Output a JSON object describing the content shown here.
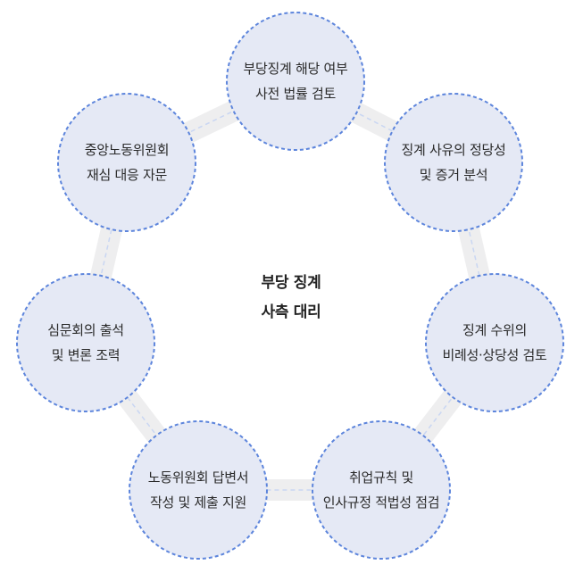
{
  "colors": {
    "ring_fill": "#eeeeef",
    "node_fill": "#e5e9f5",
    "node_border": "#5d85dc",
    "text": "#2a2a2a"
  },
  "center": {
    "lines": [
      "부당 징계",
      "사측 대리"
    ]
  },
  "nodes": [
    {
      "lines": [
        "부당징계 해당 여부",
        "사전 법률 검토"
      ]
    },
    {
      "lines": [
        "징계 사유의 정당성",
        "및 증거 분석"
      ]
    },
    {
      "lines": [
        "징계 수위의",
        "비례성·상당성 검토"
      ]
    },
    {
      "lines": [
        "취업규칙 및",
        "인사규정 적법성 점검"
      ]
    },
    {
      "lines": [
        "노동위원회 답변서",
        "작성 및 제출 지원"
      ]
    },
    {
      "lines": [
        "심문회의 출석",
        "및 변론 조력"
      ]
    },
    {
      "lines": [
        "중앙노동위원회",
        "재심 대응 자문"
      ]
    }
  ]
}
